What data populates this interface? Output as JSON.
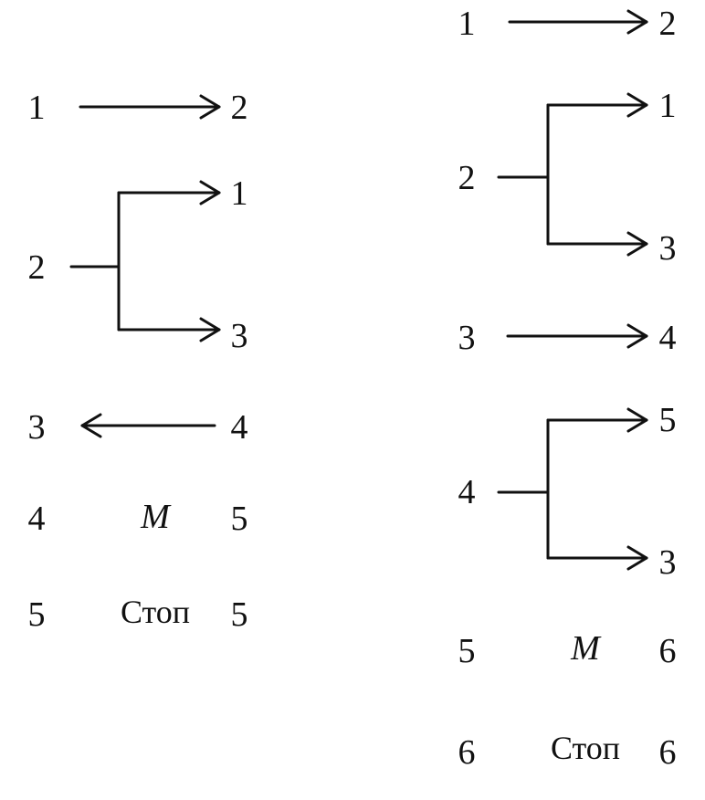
{
  "left_scheme": {
    "rows": [
      {
        "from": "1",
        "to": "2"
      },
      {
        "from": "2",
        "to_upper": "1",
        "to_lower": "3"
      },
      {
        "from": "3",
        "to": "4"
      },
      {
        "from": "4",
        "op": "M",
        "to": "5"
      },
      {
        "from": "5",
        "op": "Стоп",
        "to": "5"
      }
    ]
  },
  "right_scheme": {
    "rows": [
      {
        "from": "1",
        "to": "2"
      },
      {
        "from": "2",
        "to_upper": "1",
        "to_lower": "3"
      },
      {
        "from": "3",
        "to": "4"
      },
      {
        "from": "4",
        "to_upper": "5",
        "to_lower": "3"
      },
      {
        "from": "5",
        "op": "M",
        "to": "6"
      },
      {
        "from": "6",
        "op": "Стоп",
        "to": "6"
      }
    ]
  }
}
